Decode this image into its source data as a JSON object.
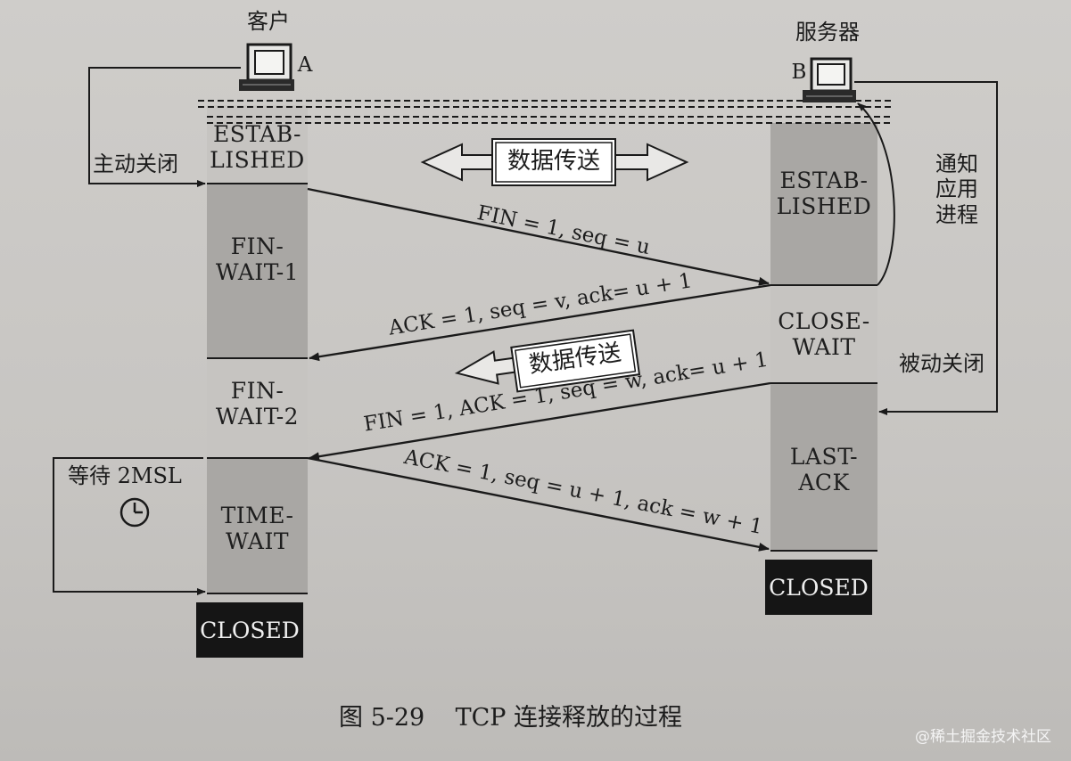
{
  "client": {
    "name": "客户",
    "letter": "A"
  },
  "server": {
    "name": "服务器",
    "letter": "B"
  },
  "data_transfer": "数据传送",
  "client_states": {
    "established": "ESTAB-\nLISHED",
    "fin_wait_1": "FIN-\nWAIT-1",
    "fin_wait_2": "FIN-\nWAIT-2",
    "time_wait": "TIME-\nWAIT",
    "closed": "CLOSED"
  },
  "server_states": {
    "established": "ESTAB-\nLISHED",
    "close_wait": "CLOSE-\nWAIT",
    "last_ack": "LAST-\nACK",
    "closed": "CLOSED"
  },
  "messages": {
    "fin1": "FIN = 1, seq = u",
    "ack1": "ACK = 1, seq = v, ack= u + 1",
    "fin2": "FIN = 1, ACK = 1, seq = w, ack= u + 1",
    "ack2": "ACK = 1, seq = u + 1, ack = w + 1"
  },
  "annotations": {
    "active_close": "主动关闭",
    "passive_close": "被动关闭",
    "notify_app": "通知\n应用\n进程",
    "wait_2msl": "等待 2MSL"
  },
  "caption": "图 5-29    TCP 连接释放的过程",
  "watermark": "@稀土掘金技术社区",
  "colors": {
    "page": "#c9c7c4",
    "state_light": "#c6c4c1",
    "state_dark": "#a9a7a4",
    "closed_box": "#151515",
    "line": "#1a1a1a"
  }
}
